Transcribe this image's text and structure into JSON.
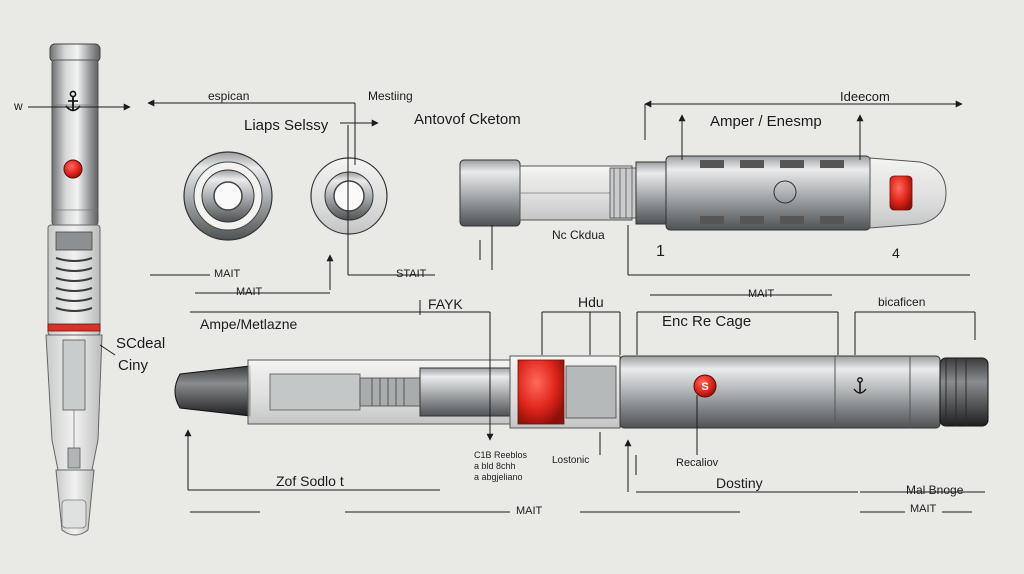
{
  "labels": {
    "w_mark": "w",
    "espican": "espican",
    "liaps_selssy": "Liaps Selssy",
    "mestiing": "Mestiing",
    "antovof_cketom": "Antovof Cketom",
    "ideecom": "Ideecom",
    "amper_enesmp": "Amper / Enesmp",
    "nc_ckdua": "Nc Ckdua",
    "num_1": "1",
    "num_4": "4",
    "mait_left_a": "MAIT",
    "mait_left_b": "MAIT",
    "stait": "STAIT",
    "mait_right": "MAIT",
    "scdeal": "SCdeal",
    "ciny": "Ciny",
    "fayk": "FAYK",
    "hdu": "Hdu",
    "amperm_metlazne": "Ampe/Metlazne",
    "enc_re_cage": "Enc Re Cage",
    "bicaficen": "bicaficen",
    "c_block_1": "C1B Reeblos",
    "c_block_2": "a bld 8chh",
    "c_block_3": "a abgjeliano",
    "lostonic": "Lostonic",
    "recallov": "Recaliov",
    "zof_sodhot": "Zof Sodlo t",
    "dostiny": "Dostiny",
    "mal_bnoge": "Mal Bnoge",
    "mait_bottom_center": "MAIT",
    "mait_bottom_right": "MAIT"
  },
  "colors": {
    "paper": "#e9e9e6",
    "ink": "#1c1c1c",
    "metal_dark": "#6b6e70",
    "metal_light": "#d8dadb",
    "accent_red": "#e0251b"
  },
  "icons": {
    "anchor": "anchor-icon",
    "red_button": "red-button-icon",
    "s_badge": "s-logo-icon"
  }
}
